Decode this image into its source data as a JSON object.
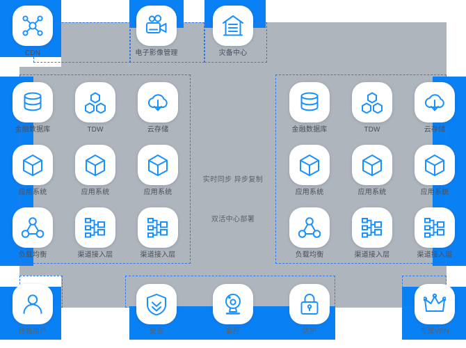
{
  "palette": {
    "blue": "#0A80F5",
    "grey_plate": "#AEB5BD",
    "tile_bg": "#FFFFFF",
    "icon_stroke": "#1890FF",
    "zone_border": "#2F7AE5",
    "caption": "#4A4F57"
  },
  "center": {
    "sync_note": "实时同步  异步复制",
    "deploy_note": "双活中心部署"
  },
  "nodes": {
    "top": [
      {
        "label": "CDN",
        "icon": "cdn-icon"
      },
      {
        "label": "电子影像管理",
        "icon": "video-camera-icon"
      },
      {
        "label": "灾备中心",
        "icon": "disaster-recovery-center-icon"
      }
    ],
    "left_cluster": [
      {
        "label": "金融数据库",
        "icon": "database-icon"
      },
      {
        "label": "TDW",
        "icon": "data-warehouse-icon"
      },
      {
        "label": "云存储",
        "icon": "cloud-storage-icon"
      },
      {
        "label": "应用系统",
        "icon": "cube-icon"
      },
      {
        "label": "应用系统",
        "icon": "cube-icon"
      },
      {
        "label": "应用系统",
        "icon": "cube-icon"
      },
      {
        "label": "负载均衡",
        "icon": "load-balancer-icon"
      },
      {
        "label": "渠道接入层",
        "icon": "access-layer-icon"
      },
      {
        "label": "渠道接入层",
        "icon": "access-layer-icon"
      }
    ],
    "right_cluster": [
      {
        "label": "金融数据库",
        "icon": "database-icon"
      },
      {
        "label": "TDW",
        "icon": "data-warehouse-icon"
      },
      {
        "label": "云存储",
        "icon": "cloud-storage-icon"
      },
      {
        "label": "应用系统",
        "icon": "cube-icon"
      },
      {
        "label": "应用系统",
        "icon": "cube-icon"
      },
      {
        "label": "应用系统",
        "icon": "cube-icon"
      },
      {
        "label": "负载均衡",
        "icon": "load-balancer-icon"
      },
      {
        "label": "渠道接入层",
        "icon": "access-layer-icon"
      },
      {
        "label": "渠道接入层",
        "icon": "access-layer-icon"
      }
    ],
    "bottom": [
      {
        "label": "终端用户",
        "icon": "user-icon"
      },
      {
        "label": "安全",
        "icon": "shield-icon"
      },
      {
        "label": "监控",
        "icon": "monitor-camera-icon"
      },
      {
        "label": "防护",
        "icon": "lock-icon"
      },
      {
        "label": "专属VPN",
        "icon": "crown-icon"
      }
    ]
  }
}
